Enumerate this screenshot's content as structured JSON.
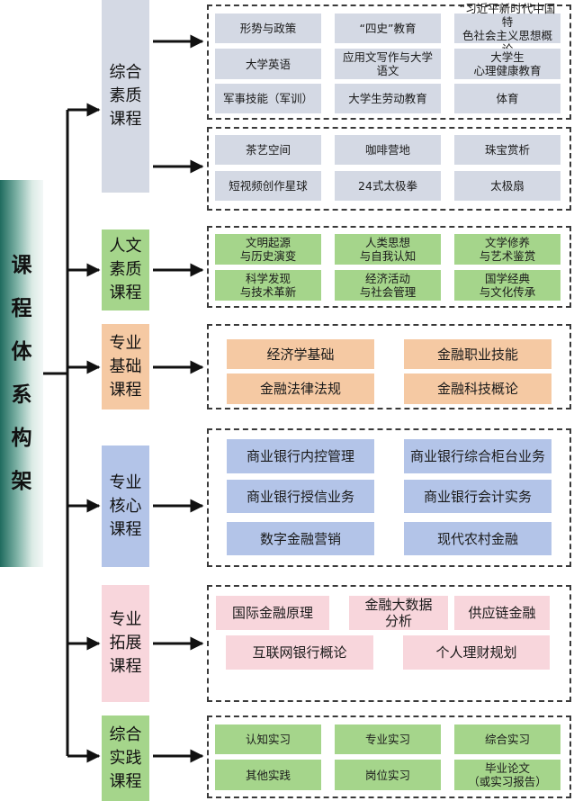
{
  "title_chars": [
    "课",
    "程",
    "体",
    "系",
    "构",
    "架"
  ],
  "colors": {
    "general": "#d4d9e4",
    "humanities": "#a5d58b",
    "foundation": "#f5c9a3",
    "core": "#b3c4e8",
    "extension": "#f8d6dc",
    "practice": "#a5d58b",
    "connector": "#111111",
    "panel_border": "#3a3a3a"
  },
  "categories": [
    {
      "label": "综合\n素质\n课程"
    },
    {
      "label": "人文\n素质\n课程"
    },
    {
      "label": "专业\n基础\n课程"
    },
    {
      "label": "专业\n核心\n课程"
    },
    {
      "label": "专业\n拓展\n课程"
    },
    {
      "label": "综合\n实践\n课程"
    }
  ],
  "general_required": [
    "形势与政策",
    "“四史”教育",
    "“习近平新时代中国特\n色社会主义思想概论",
    "大学英语",
    "应用文写作与大学\n语文",
    "大学生\n心理健康教育",
    "军事技能（军训）",
    "大学生劳动教育",
    "体育"
  ],
  "general_elective": [
    "茶艺空间",
    "咖啡营地",
    "珠宝赏析",
    "短视频创作星球",
    "24式太极拳",
    "太极扇"
  ],
  "humanities": [
    "文明起源\n与历史演变",
    "人类思想\n与自我认知",
    "文学修养\n与艺术鉴赏",
    "科学发现\n与技术革新",
    "经济活动\n与社会管理",
    "国学经典\n与文化传承"
  ],
  "foundation": [
    "经济学基础",
    "金融职业技能",
    "金融法律法规",
    "金融科技概论"
  ],
  "core": [
    "商业银行内控管理",
    "商业银行综合柜台业务",
    "商业银行授信业务",
    "商业银行会计实务",
    "数字金融营销",
    "现代农村金融"
  ],
  "extension": [
    "国际金融原理",
    "金融大数据\n分析",
    "供应链金融",
    "互联网银行概论",
    "个人理财规划"
  ],
  "practice": [
    "认知实习",
    "专业实习",
    "综合实习",
    "其他实践",
    "岗位实习",
    "毕业论文\n（或实习报告）"
  ]
}
